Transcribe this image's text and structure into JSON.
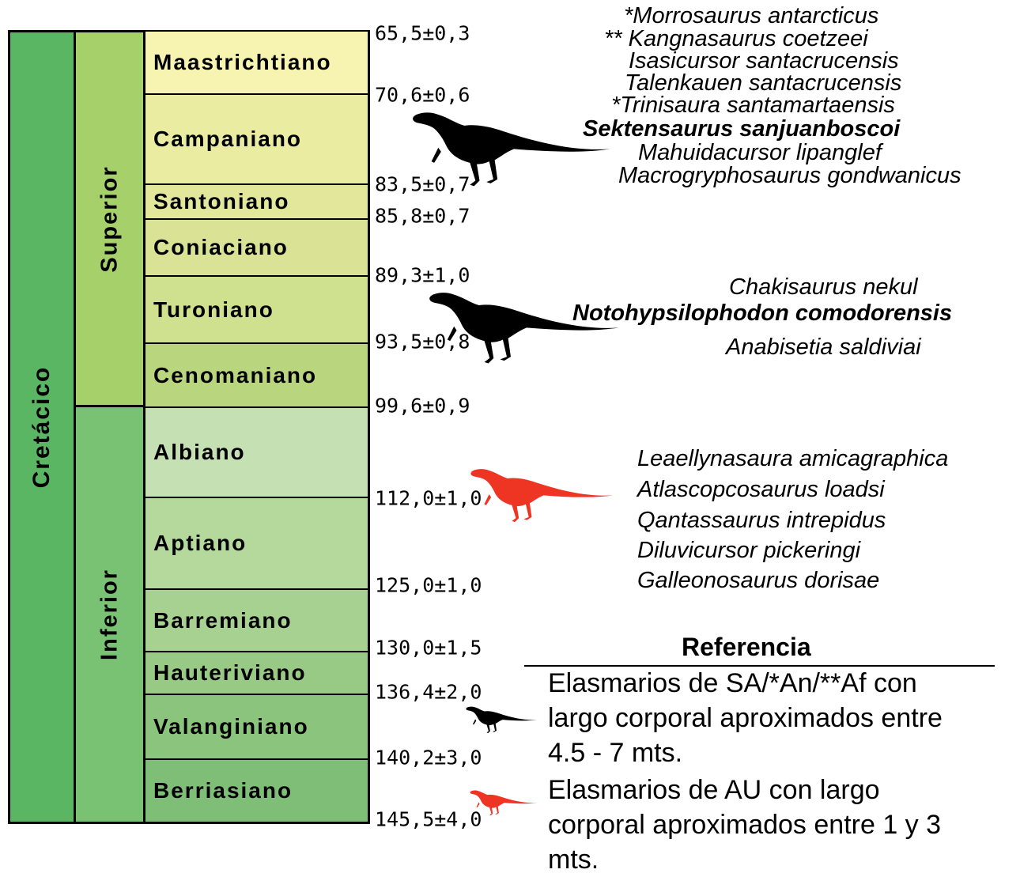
{
  "period": "Cretácico",
  "epochs": [
    {
      "name": "Superior",
      "color": "#a6d06a"
    },
    {
      "name": "Inferior",
      "color": "#79c273"
    }
  ],
  "period_color": "#5bb664",
  "stages": [
    {
      "name": "Maastrichtiano",
      "color": "#f7f3b0"
    },
    {
      "name": "Campaniano",
      "color": "#eaeca2"
    },
    {
      "name": "Santoniano",
      "color": "#e2e79b"
    },
    {
      "name": "Coniaciano",
      "color": "#dae296"
    },
    {
      "name": "Turoniano",
      "color": "#cfe08f"
    },
    {
      "name": "Cenomaniano",
      "color": "#b9d67f"
    },
    {
      "name": "Albiano",
      "color": "#c5e0b2"
    },
    {
      "name": "Aptiano",
      "color": "#b5d89d"
    },
    {
      "name": "Barremiano",
      "color": "#a6d191"
    },
    {
      "name": "Hauteriviano",
      "color": "#98ca85"
    },
    {
      "name": "Valanginiano",
      "color": "#8bc47c"
    },
    {
      "name": "Berriasiano",
      "color": "#7ebe76"
    }
  ],
  "ages": [
    "65,5±0,3",
    "70,6±0,6",
    "83,5±0,7",
    "85,8±0,7",
    "89,3±1,0",
    "93,5±0,8",
    "99,6±0,9",
    "112,0±1,0",
    "125,0±1,0",
    "130,0±1,5",
    "136,4±2,0",
    "140,2±3,0",
    "145,5±4,0"
  ],
  "species_groups": [
    {
      "color": "#000000",
      "species": [
        {
          "name": "*Morrosaurus antarcticus"
        },
        {
          "name": "** Kangnasaurus coetzeei"
        },
        {
          "name": "Isasicursor santacrucensis"
        },
        {
          "name": "Talenkauen santacrucensis"
        },
        {
          "name": "*Trinisaura santamartaensis"
        },
        {
          "name": "Sektensaurus sanjuanboscoi",
          "bold": true
        },
        {
          "name": "Mahuidacursor lipanglef"
        },
        {
          "name": "Macrogryphosaurus gondwanicus"
        }
      ]
    },
    {
      "color": "#000000",
      "species": [
        {
          "name": "Chakisaurus nekul"
        },
        {
          "name": "Notohypsilophodon comodorensis",
          "bold": true
        },
        {
          "name": "Anabisetia saldiviai"
        }
      ]
    },
    {
      "color": "#ee3524",
      "species": [
        {
          "name": "Leaellynasaura amicagraphica"
        },
        {
          "name": "Atlascopcosaurus loadsi"
        },
        {
          "name": "Qantassaurus intrepidus"
        },
        {
          "name": "Diluvicursor pickeringi"
        },
        {
          "name": "Galleonosaurus dorisae"
        }
      ]
    }
  ],
  "reference": {
    "title": "Referencia",
    "items": [
      {
        "color": "#000000",
        "lines": [
          "Elasmarios de SA/*An/**Af con",
          "largo corporal aproximados entre",
          "4.5 - 7 mts."
        ]
      },
      {
        "color": "#ee3524",
        "lines": [
          "Elasmarios de AU con largo",
          "corporal aproximados entre 1 y 3",
          "mts."
        ]
      }
    ]
  }
}
